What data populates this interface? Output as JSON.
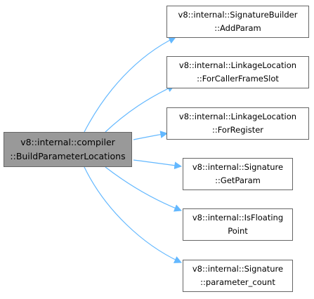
{
  "graph": {
    "edge_color": "#63b8ff",
    "source": {
      "line1": "v8::internal::compiler",
      "line2": "::BuildParameterLocations",
      "fill": "#999999"
    },
    "targets": [
      {
        "line1": "v8::internal::SignatureBuilder",
        "line2": "::AddParam"
      },
      {
        "line1": "v8::internal::LinkageLocation",
        "line2": "::ForCallerFrameSlot"
      },
      {
        "line1": "v8::internal::LinkageLocation",
        "line2": "::ForRegister"
      },
      {
        "line1": "v8::internal::Signature",
        "line2": "::GetParam"
      },
      {
        "line1": "v8::internal::IsFloating",
        "line2": "Point"
      },
      {
        "line1": "v8::internal::Signature",
        "line2": "::parameter_count"
      }
    ]
  }
}
